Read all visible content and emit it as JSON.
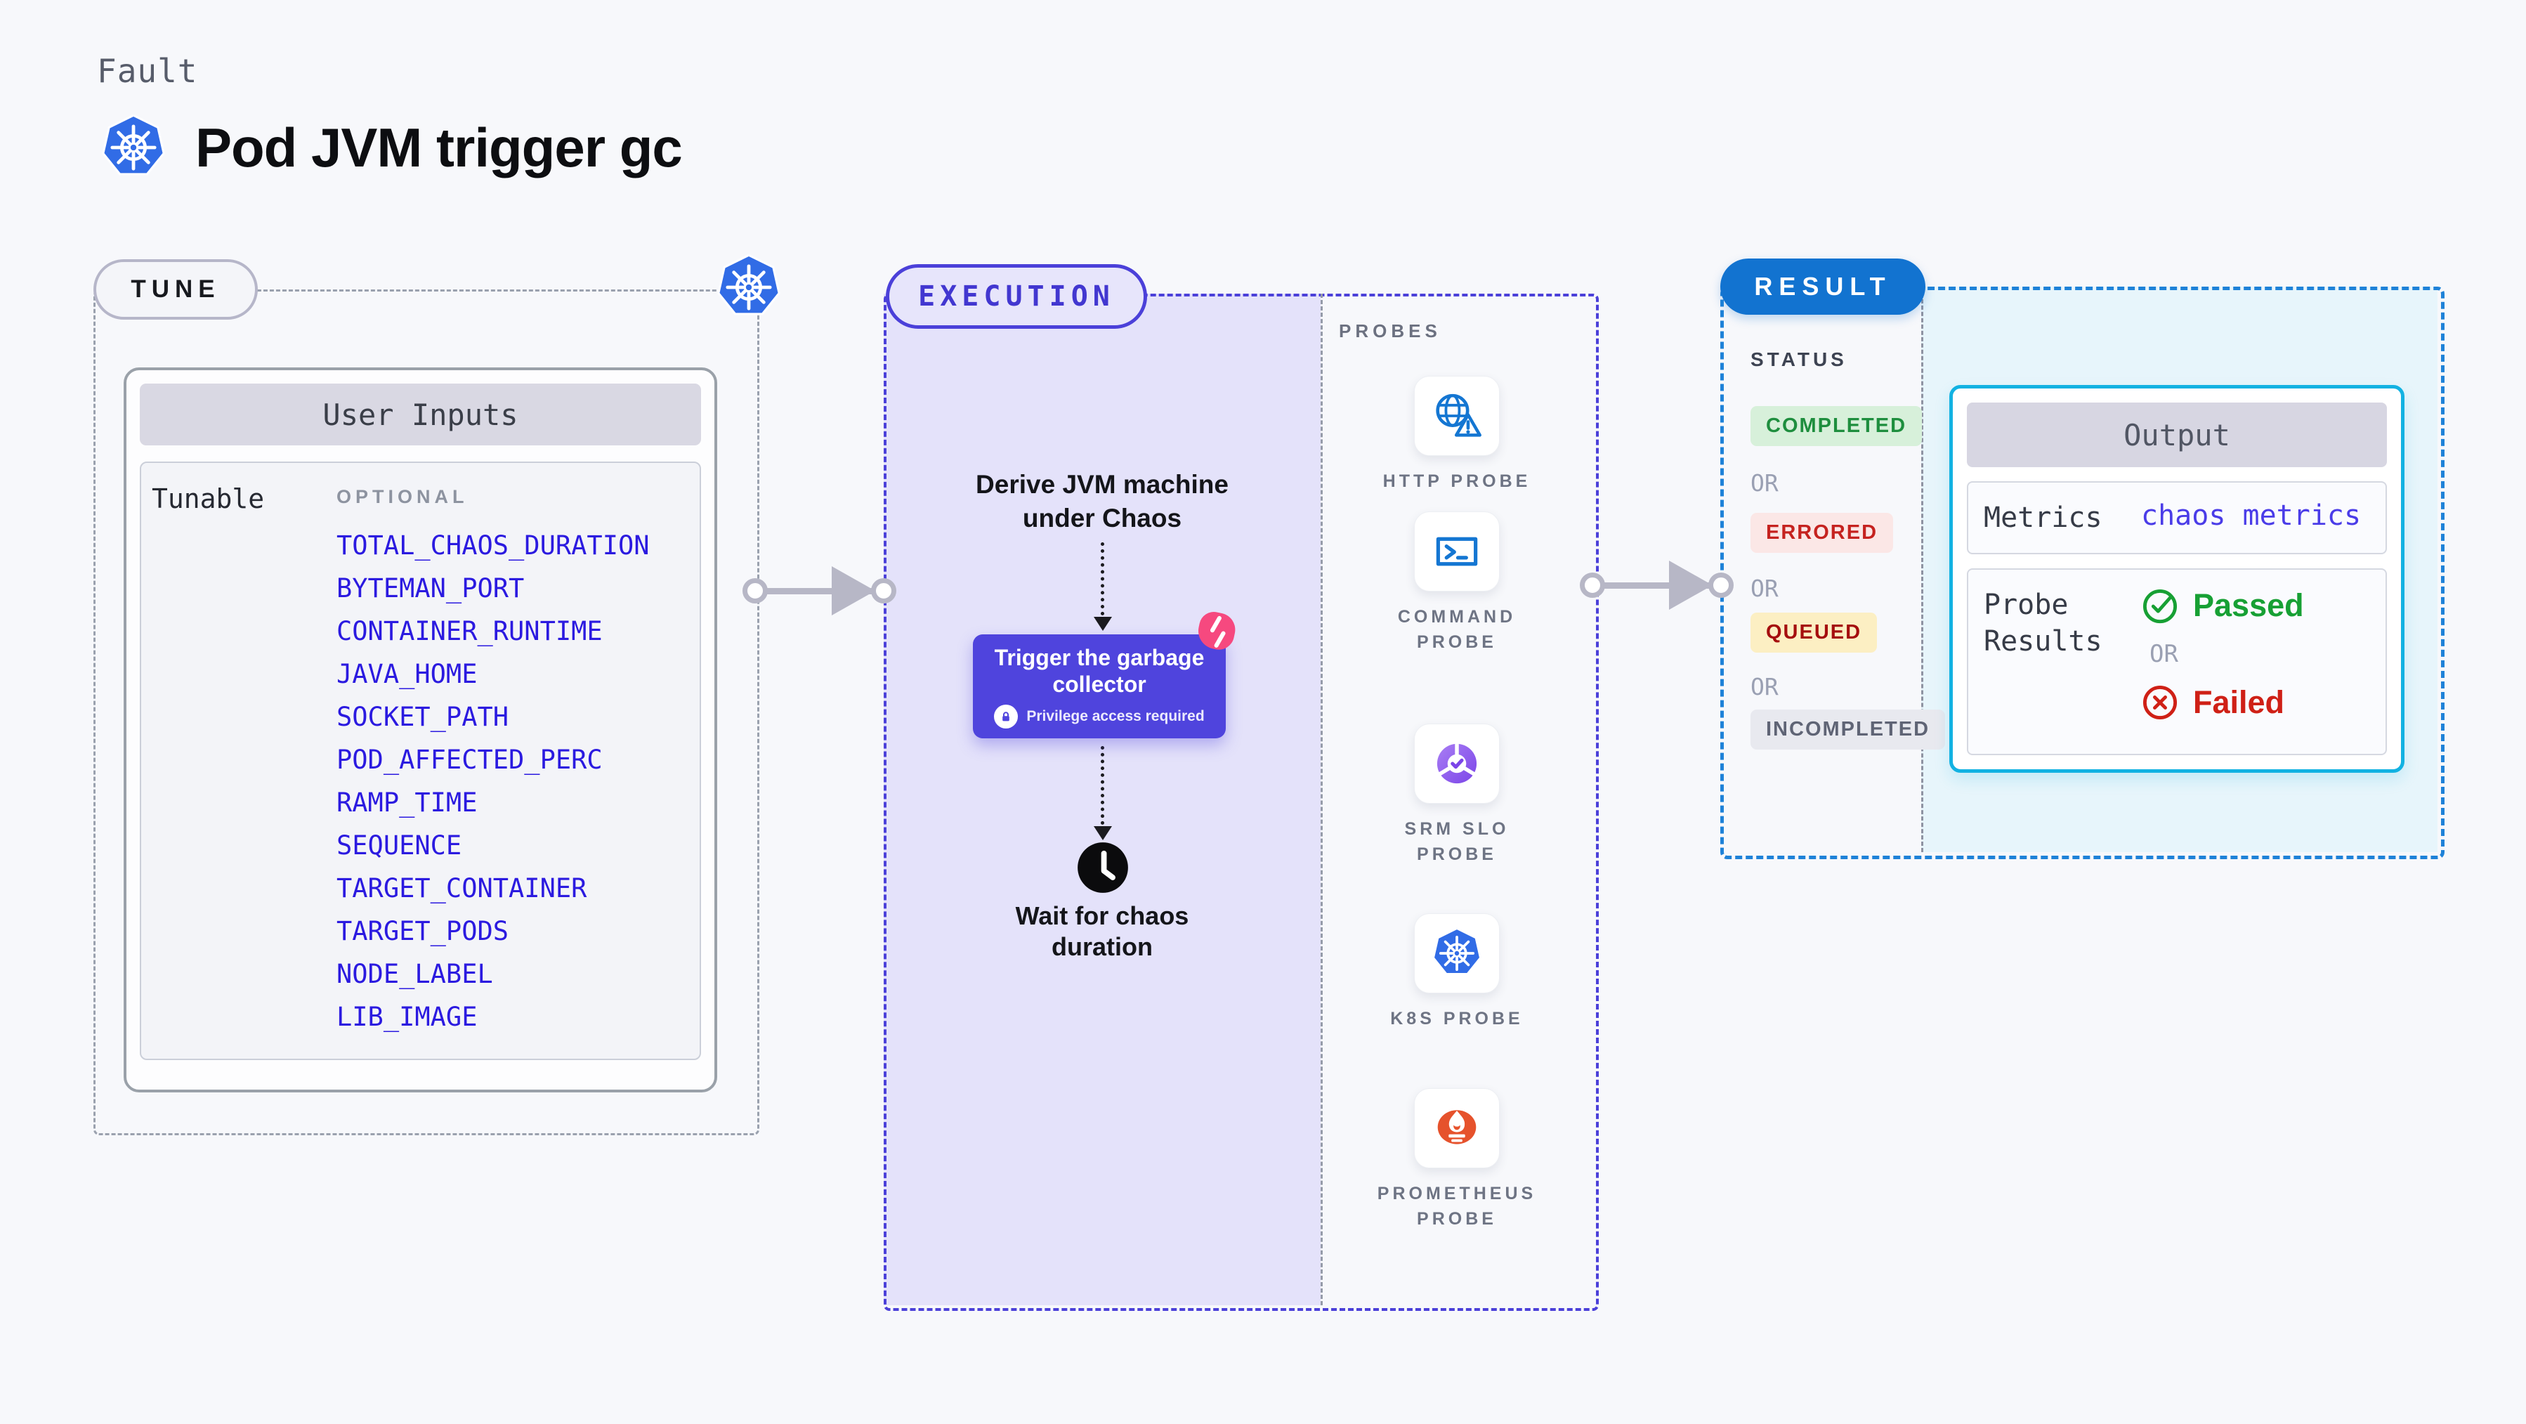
{
  "page": {
    "fault_label": "Fault",
    "title": "Pod JVM trigger gc"
  },
  "tune": {
    "pill_label": "TUNE",
    "card_title": "User Inputs",
    "row_label": "Tunable",
    "optional_tag": "OPTIONAL",
    "env_vars": [
      "TOTAL_CHAOS_DURATION",
      "BYTEMAN_PORT",
      "CONTAINER_RUNTIME",
      "JAVA_HOME",
      "SOCKET_PATH",
      "POD_AFFECTED_PERC",
      "RAMP_TIME",
      "SEQUENCE",
      "TARGET_CONTAINER",
      "TARGET_PODS",
      "NODE_LABEL",
      "LIB_IMAGE"
    ]
  },
  "execution": {
    "pill_label": "EXECUTION",
    "derive_text": "Derive JVM machine\nunder Chaos",
    "node_title": "Trigger the garbage collector",
    "privilege_note": "Privilege access required",
    "wait_text": "Wait for chaos\nduration"
  },
  "probes": {
    "label": "PROBES",
    "items": [
      {
        "label": "HTTP PROBE",
        "icon": "globe-alert-icon"
      },
      {
        "label": "COMMAND\nPROBE",
        "icon": "terminal-icon"
      },
      {
        "label": "SRM SLO\nPROBE",
        "icon": "slo-gauge-icon"
      },
      {
        "label": "K8S PROBE",
        "icon": "kubernetes-icon"
      },
      {
        "label": "PROMETHEUS\nPROBE",
        "icon": "prometheus-icon"
      }
    ]
  },
  "result": {
    "pill_label": "RESULT",
    "status_label": "STATUS",
    "or_label": "OR",
    "statuses": [
      {
        "label": "COMPLETED",
        "fg": "#1e8e3e",
        "bg": "#d7f0da"
      },
      {
        "label": "ERRORED",
        "fg": "#c5221f",
        "bg": "#fbe7e6"
      },
      {
        "label": "QUEUED",
        "fg": "#a50e0e",
        "bg": "#fcefc3"
      },
      {
        "label": "INCOMPLETED",
        "fg": "#5f6475",
        "bg": "#e8e9ef"
      }
    ],
    "output": {
      "title": "Output",
      "metrics_label": "Metrics",
      "metrics_value": "chaos metrics",
      "probe_results_label": "Probe\nResults",
      "passed_label": "Passed",
      "or_label": "OR",
      "failed_label": "Failed"
    }
  },
  "colors": {
    "page_bg": "#f7f8fb",
    "kubernetes_blue": "#316ce6",
    "env_link_blue": "#2b1ae0",
    "execution_accent": "#4b40d9",
    "execution_fill": "#e4e2fa",
    "node_purple": "#4f44dd",
    "chaos_pink": "#f6497f",
    "result_blue": "#1273d0",
    "result_dash_blue": "#1e82d8",
    "output_border_cyan": "#12b2e2",
    "output_area_bg": "#e7f5fb",
    "passed_green": "#17a034",
    "failed_red": "#cf2016",
    "prometheus_orange": "#e6522c",
    "srm_purple": "#8a53ee",
    "probe_icon_blue": "#1476d2"
  }
}
